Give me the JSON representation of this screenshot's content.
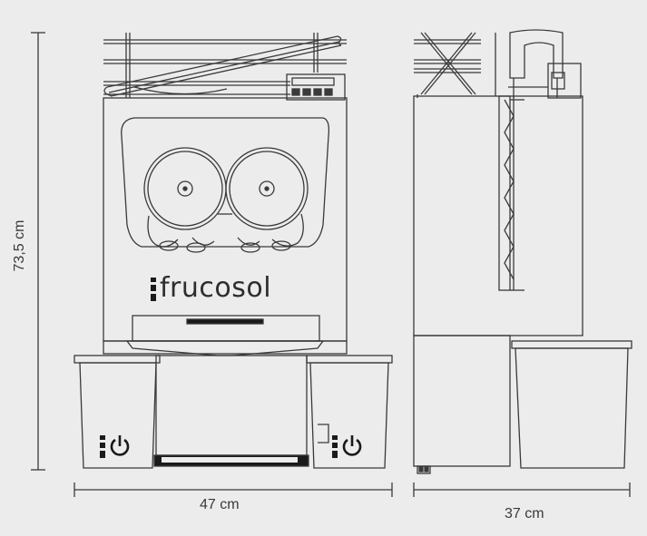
{
  "dimensions": {
    "height_label": "73,5 cm",
    "front_width_label": "47 cm",
    "side_width_label": "37 cm"
  },
  "brand": {
    "name": "frucosol"
  },
  "colors": {
    "background": "#ececec",
    "outline": "#3a3a3a",
    "accent_dark": "#1a1a1a"
  },
  "icons": [
    "power-icon",
    "fruit-holder-icon"
  ]
}
